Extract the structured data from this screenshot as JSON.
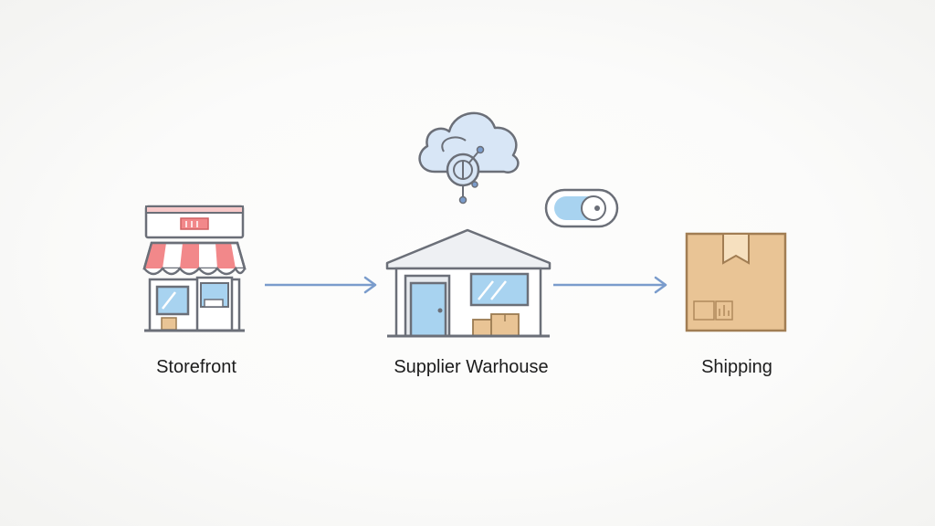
{
  "diagram": {
    "nodes": [
      {
        "id": "storefront",
        "label": "Storefront"
      },
      {
        "id": "warehouse",
        "label": "Supplier Warhouse"
      },
      {
        "id": "shipping",
        "label": "Shipping"
      }
    ],
    "edges": [
      {
        "from": "storefront",
        "to": "warehouse"
      },
      {
        "from": "warehouse",
        "to": "shipping"
      }
    ],
    "colors": {
      "arrow": "#7a9ccc",
      "outline": "#6b6f78",
      "awning_red": "#f2888a",
      "glass_blue": "#a8d3f0",
      "cloud_fill": "#d8e6f6",
      "box_fill": "#e9c495"
    },
    "icons": {
      "storefront": "storefront-icon",
      "warehouse": "warehouse-icon",
      "cloud": "cloud-sync-icon",
      "toggle": "toggle-switch-icon",
      "package": "package-box-icon"
    }
  }
}
